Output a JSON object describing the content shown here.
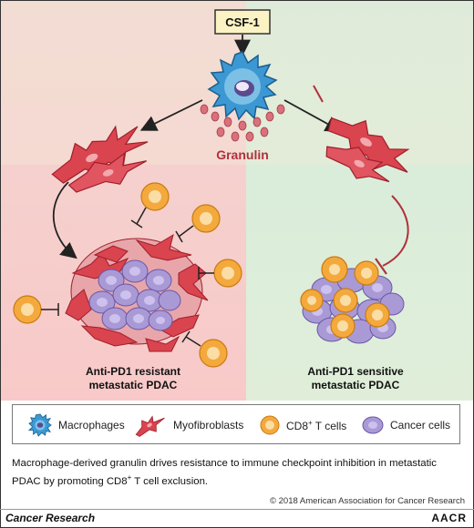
{
  "diagram": {
    "stimulus": "CSF-1",
    "secreted_factor": "Granulin",
    "left_outcome_line1": "Anti-PD1 resistant",
    "left_outcome_line2": "metastatic PDAC",
    "right_outcome_line1": "Anti-PD1 sensitive",
    "right_outcome_line2": "metastatic PDAC",
    "colors": {
      "left_bg": "#f7cfcc",
      "right_bg": "#d9ecd7",
      "csf_box": "#fbf3c4",
      "macrophage": "#2f8fc9",
      "myofibroblast": "#d9444f",
      "tcell": "#f4a93d",
      "cancer_cell": "#a99ad6",
      "granulin_text": "#b0303c"
    }
  },
  "legend": {
    "macrophages": "Macrophages",
    "myofibroblasts": "Myofibroblasts",
    "cd8_prefix": "CD8",
    "cd8_sup": "+",
    "cd8_suffix": " T cells",
    "cancer_cells": "Cancer cells"
  },
  "caption": {
    "line1": "Macrophage-derived granulin drives resistance to immune checkpoint inhibition in metastatic",
    "line2_prefix": "PDAC by promoting CD8",
    "line2_sup": "+",
    "line2_suffix": " T cell exclusion."
  },
  "footer": {
    "copyright": "© 2018 American Association for Cancer Research",
    "journal": "Cancer Research",
    "publisher": "AACR"
  }
}
